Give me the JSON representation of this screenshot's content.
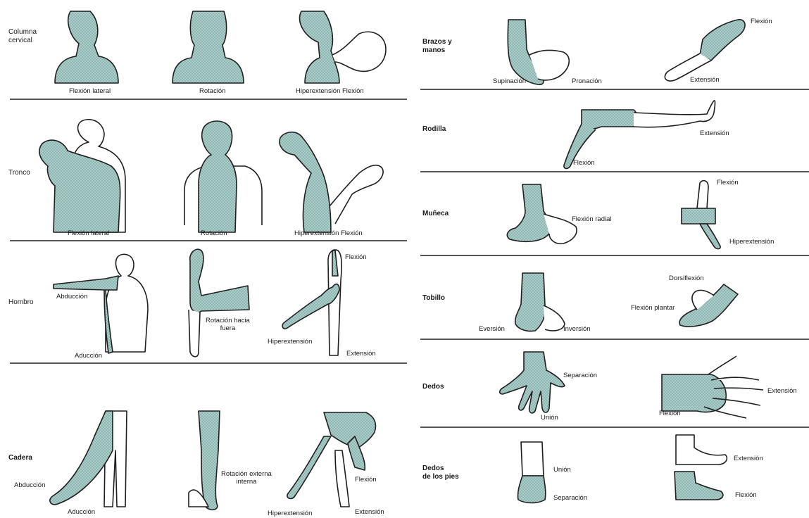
{
  "colors": {
    "fill": "#a9cdc8",
    "stroke": "#1f1f1f",
    "line": "#555555"
  },
  "left": {
    "neck": {
      "label": "Columna\ncervical",
      "captions": {
        "lateral": "Flexión lateral",
        "rotation": "Rotación",
        "hyper": "Hiperextensión Flexión"
      }
    },
    "trunk": {
      "label": "Tronco",
      "captions": {
        "lateral": "Flexión lateral",
        "rotation": "Rotación",
        "hyper": "Hiperextensión Flexión"
      }
    },
    "shoulder": {
      "label": "Hombro",
      "captions": {
        "abduction": "Abducción",
        "adduction": "Aducción",
        "rotation": "Rotación hacia\nfuera",
        "flexion": "Flexión",
        "hyper": "Hiperextensión",
        "extension": "Extensión"
      }
    },
    "hip": {
      "label": "Cadera",
      "captions": {
        "abduction": "Abducción",
        "adduction": "Aducción",
        "rotation": "Rotación externa\ninterna",
        "flexion": "Flexión",
        "hyper": "Hiperextensión",
        "extension": "Extensión"
      }
    }
  },
  "right": {
    "arms": {
      "label": "Brazos y\nmanos",
      "captions": {
        "supination": "Supinación",
        "pronation": "Pronación",
        "flexion": "Flexión",
        "extension": "Extensión"
      }
    },
    "knee": {
      "label": "Rodilla",
      "captions": {
        "extension": "Extensión",
        "flexion": "Flexión"
      }
    },
    "wrist": {
      "label": "Muñeca",
      "captions": {
        "radial": "Flexión radial",
        "flexion": "Flexión",
        "hyper": "Hiperextensión"
      }
    },
    "ankle": {
      "label": "Tobillo",
      "captions": {
        "eversion": "Eversión",
        "inversion": "Inversión",
        "dorsi": "Dorsiflexión",
        "plantar": "Flexión plantar"
      }
    },
    "fingers": {
      "label": "Dedos",
      "captions": {
        "separation": "Separación",
        "union": "Unión",
        "extension": "Extensión",
        "flexion": "Flexión"
      }
    },
    "toes": {
      "label": "Dedos\nde los pies",
      "captions": {
        "union": "Unión",
        "separation": "Separación",
        "extension": "Extensión",
        "flexion": "Flexión"
      }
    }
  }
}
